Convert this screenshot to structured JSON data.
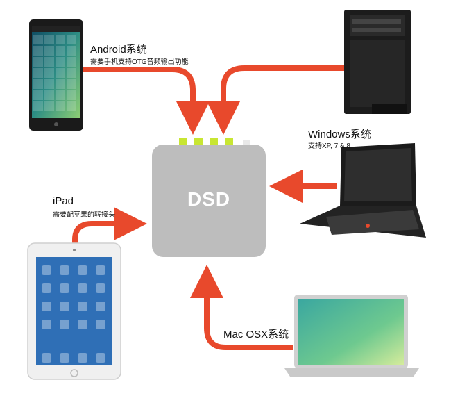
{
  "hub": {
    "label": "DSD"
  },
  "devices": {
    "android": {
      "title": "Android系统",
      "subtitle": "需要手机支持OTG音频输出功能"
    },
    "windows": {
      "title": "Windows系统",
      "subtitle": "支持XP, 7 & 8"
    },
    "ipad": {
      "title": "iPad",
      "subtitle": "需要配苹果的转接头"
    },
    "mac": {
      "title": "Mac OSX系统"
    }
  },
  "colors": {
    "arrow": "#e8492c",
    "hub": "#bdbdbd",
    "port": "#c8e632"
  }
}
